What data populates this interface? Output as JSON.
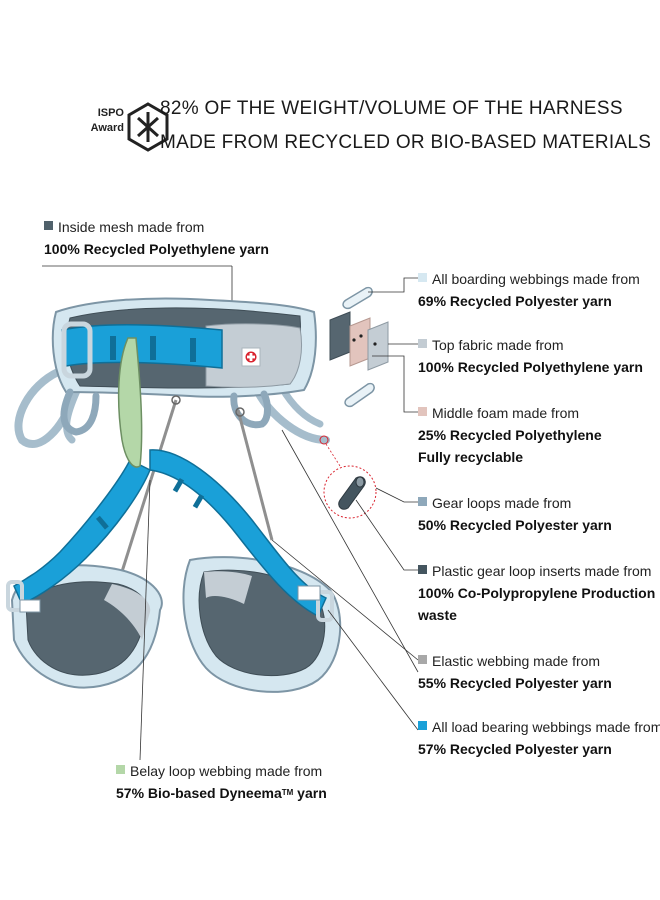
{
  "award": {
    "line1": "ISPO",
    "line2": "Award"
  },
  "headline": {
    "line1": "82% OF THE WEIGHT/VOLUME OF THE HARNESS",
    "line2": "MADE FROM RECYCLED OR BIO-BASED MATERIALS"
  },
  "legend": [
    {
      "label": "Inside mesh made from",
      "detail": "100% Recycled Polyethylene yarn",
      "color": "#50616b"
    },
    {
      "label": "All boarding webbings made from",
      "detail": "69% Recycled Polyester yarn",
      "color": "#d6e8f1"
    },
    {
      "label": "Top fabric made from",
      "detail": "100% Recycled Polyethylene yarn",
      "color": "#c3ccd3"
    },
    {
      "label": "Middle foam made from",
      "detail": "25% Recycled Polyethylene",
      "detail2": "Fully recyclable",
      "color": "#e2c4bd"
    },
    {
      "label": "Gear loops made from",
      "detail": "50% Recycled Polyester yarn",
      "color": "#8ea8ba"
    },
    {
      "label": "Plastic gear loop inserts made from",
      "detail": "100% Co-Polypropylene Production",
      "detail2": "waste",
      "color": "#44555f"
    },
    {
      "label": "Elastic webbing made from",
      "detail": "55% Recycled Polyester yarn",
      "color": "#a8a8a8"
    },
    {
      "label": "All load bearing webbings made from",
      "detail": "57% Recycled Polyester yarn",
      "color": "#1aa0d8"
    },
    {
      "label": "Belay loop webbing made from",
      "detail": "57% Bio-based Dyneema",
      "tm": "TM",
      "detail_end": " yarn",
      "color": "#b4d7a8"
    }
  ],
  "colors": {
    "mesh": "#566670",
    "edge": "#d5e7f0",
    "fabric": "#c4cdd4",
    "foam": "#e2c4bd",
    "gear": "#8ea8ba",
    "insert": "#44555f",
    "elastic": "#a8a8a8",
    "load": "#1aa0d8",
    "belay": "#b4d7a8"
  }
}
